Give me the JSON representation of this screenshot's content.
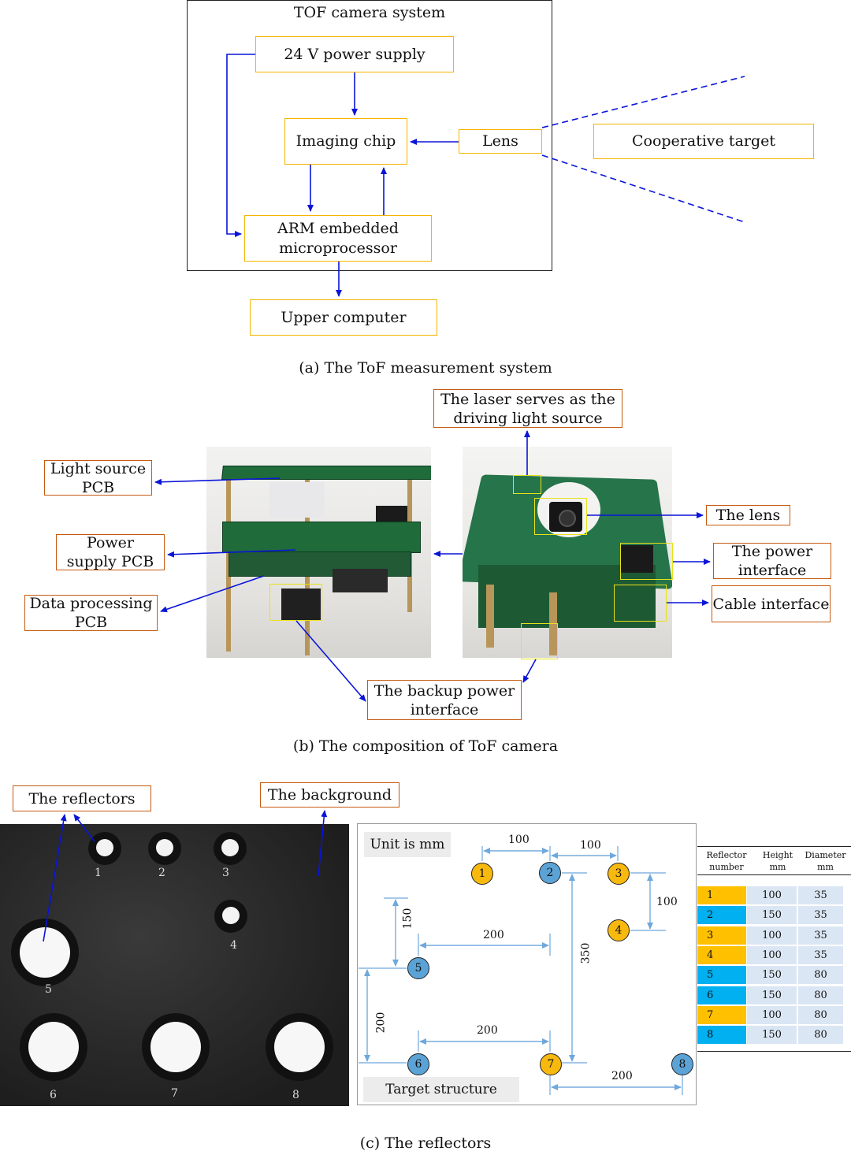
{
  "panel_a": {
    "system_title": "TOF camera system",
    "power": "24 V power supply",
    "chip": "Imaging chip",
    "lens": "Lens",
    "target": "Cooperative target",
    "arm": "ARM embedded\nmicroprocessor",
    "upper": "Upper computer",
    "caption": "(a) The ToF measurement system"
  },
  "panel_b": {
    "light_source": "Light source\nPCB",
    "power_pcb": "Power\nsupply PCB",
    "data_pcb": "Data processing\nPCB",
    "laser": "The laser serves as the\ndriving light source",
    "the_lens": "The lens",
    "power_interface": "The power\ninterface",
    "cable_interface": "Cable interface",
    "backup": "The backup power\ninterface",
    "caption": "(b) The composition of ToF camera"
  },
  "panel_c": {
    "reflectors_label": "The reflectors",
    "background_label": "The background",
    "photo_numbers": [
      "1",
      "2",
      "3",
      "4",
      "5",
      "6",
      "7",
      "8"
    ],
    "unit": "Unit is mm",
    "structure": "Target structure",
    "dims": {
      "d100a": "100",
      "d100b": "100",
      "d100c": "100",
      "d150": "150",
      "d200a": "200",
      "d350": "350",
      "d200b": "200",
      "d200c": "200",
      "d200d": "200"
    },
    "circles": [
      {
        "n": "1",
        "color": "#f8b90f"
      },
      {
        "n": "2",
        "color": "#5ba3d6"
      },
      {
        "n": "3",
        "color": "#f8b90f"
      },
      {
        "n": "4",
        "color": "#f8b90f"
      },
      {
        "n": "5",
        "color": "#5ba3d6"
      },
      {
        "n": "6",
        "color": "#5ba3d6"
      },
      {
        "n": "7",
        "color": "#f8b90f"
      },
      {
        "n": "8",
        "color": "#5ba3d6"
      }
    ],
    "table": {
      "headers": [
        [
          "Reflector",
          "number"
        ],
        [
          "Height",
          "mm"
        ],
        [
          "Diameter",
          "mm"
        ]
      ],
      "rows": [
        {
          "n": "1",
          "h": "100",
          "d": "35",
          "color": "#ffc000"
        },
        {
          "n": "2",
          "h": "150",
          "d": "35",
          "color": "#00b0f0"
        },
        {
          "n": "3",
          "h": "100",
          "d": "35",
          "color": "#ffc000"
        },
        {
          "n": "4",
          "h": "100",
          "d": "35",
          "color": "#ffc000"
        },
        {
          "n": "5",
          "h": "150",
          "d": "80",
          "color": "#00b0f0"
        },
        {
          "n": "6",
          "h": "150",
          "d": "80",
          "color": "#00b0f0"
        },
        {
          "n": "7",
          "h": "100",
          "d": "80",
          "color": "#ffc000"
        },
        {
          "n": "8",
          "h": "150",
          "d": "80",
          "color": "#00b0f0"
        }
      ]
    },
    "caption": "(c) The reflectors"
  },
  "colors": {
    "arrow": "#0a14d8",
    "yellow_box": "#f4b400",
    "orange_box": "#c55a11",
    "dim_line": "#6fa8dc"
  }
}
